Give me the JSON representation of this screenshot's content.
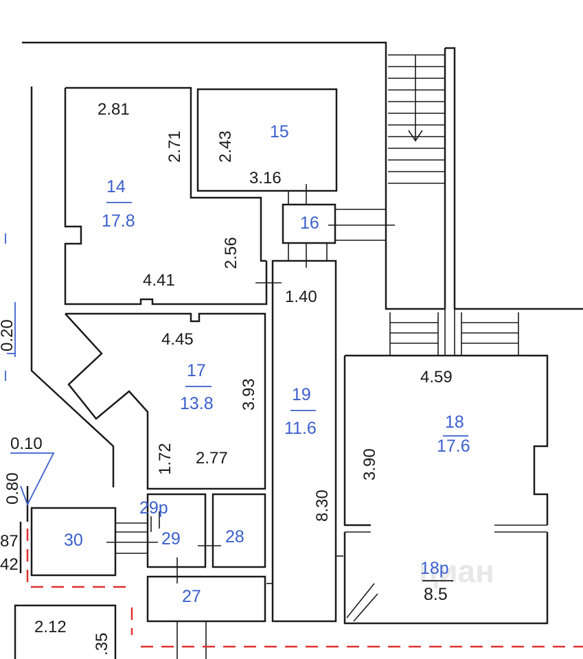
{
  "rooms": {
    "r14": {
      "num": "14",
      "area": "17.8"
    },
    "r15": {
      "num": "15"
    },
    "r16": {
      "num": "16"
    },
    "r17": {
      "num": "17",
      "area": "13.8"
    },
    "r18": {
      "num": "18",
      "area": "17.6"
    },
    "r18p": {
      "num": "18р",
      "area": "8.5"
    },
    "r19": {
      "num": "19",
      "area": "11.6"
    },
    "r27": {
      "num": "27"
    },
    "r28": {
      "num": "28"
    },
    "r29": {
      "num": "29"
    },
    "r29p": {
      "num": "29р"
    },
    "r30": {
      "num": "30"
    }
  },
  "dims": {
    "d281": "2.81",
    "d271": "2.71",
    "d243": "2.43",
    "d316": "3.16",
    "d256": "2.56",
    "d441": "4.41",
    "d140": "1.40",
    "d445": "4.45",
    "d393": "3.93",
    "d172": "1.72",
    "d277": "2.77",
    "d830": "8.30",
    "d459": "4.59",
    "d390": "3.90",
    "d010": "0.10",
    "d080": "0.80",
    "d020": "0.20",
    "d87": "87",
    "d42": "42",
    "d212": "2.12",
    "d35": ".35"
  },
  "watermark": "циан",
  "colors": {
    "wall": "#1a1a1a",
    "label_blue": "#3a5fcd",
    "boundary_red": "#e03030"
  }
}
